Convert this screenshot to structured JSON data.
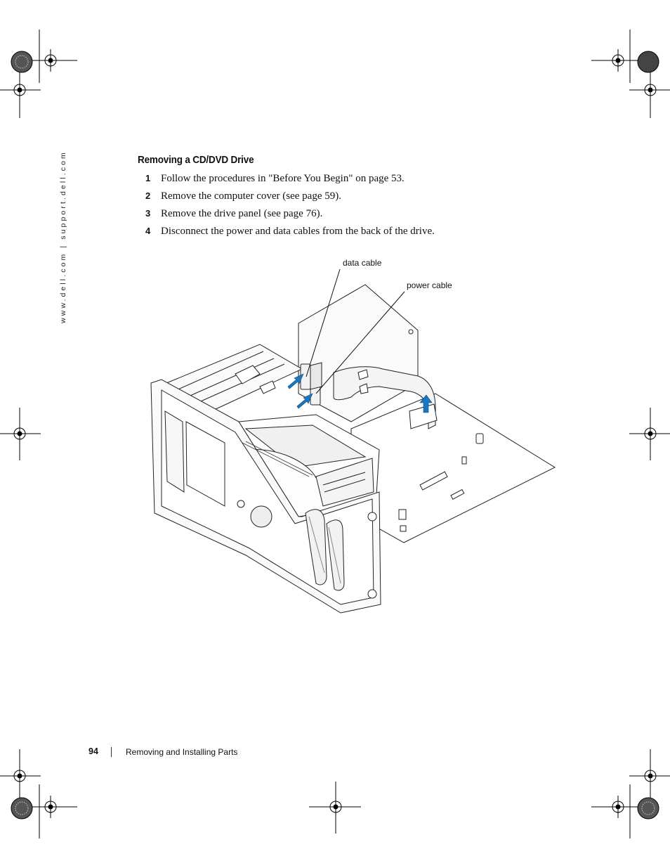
{
  "sidebar": {
    "url_text": "www.dell.com | support.dell.com"
  },
  "section": {
    "title": "Removing a CD/DVD Drive"
  },
  "steps": [
    {
      "num": "1",
      "text": "Follow the procedures in \"Before You Begin\" on page 53."
    },
    {
      "num": "2",
      "text": "Remove the computer cover (see page 59)."
    },
    {
      "num": "3",
      "text": "Remove the drive panel (see page 76)."
    },
    {
      "num": "4",
      "text": "Disconnect the power and data cables from the back of the drive."
    }
  ],
  "figure": {
    "callouts": {
      "data_cable": "data cable",
      "power_cable": "power cable"
    },
    "arrow_color": "#1a78c2"
  },
  "footer": {
    "page_number": "94",
    "chapter_title": "Removing and Installing Parts"
  }
}
